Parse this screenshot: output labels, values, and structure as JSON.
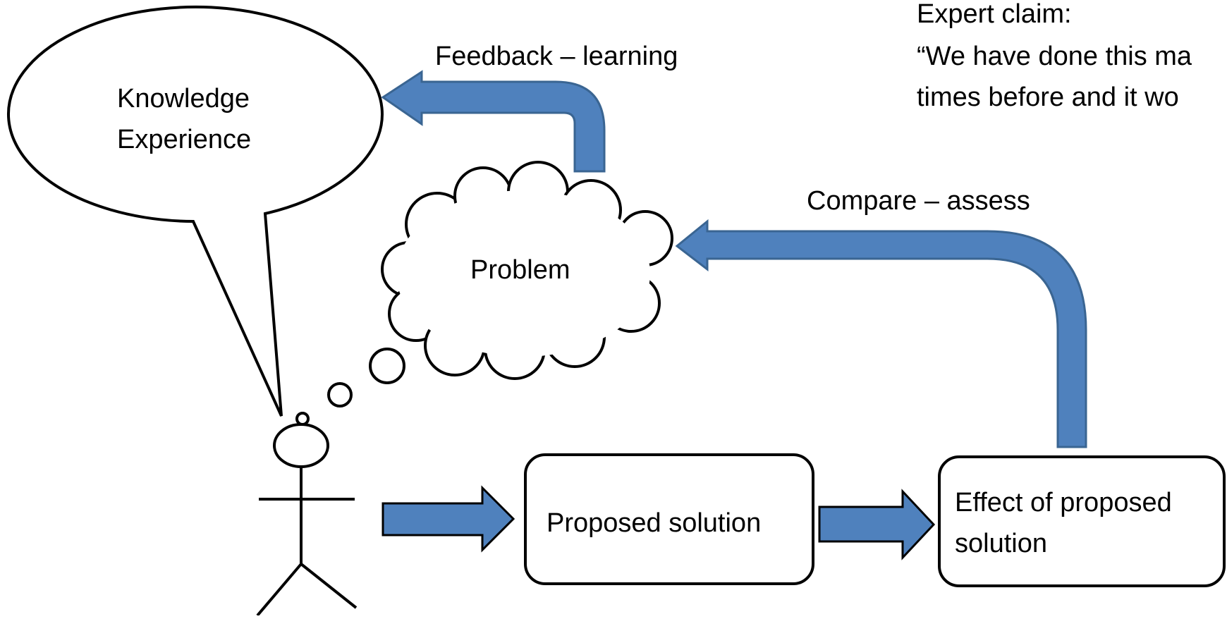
{
  "colors": {
    "arrow_fill": "#4f81bd",
    "arrow_stroke": "#3a6592",
    "line": "#000000",
    "background": "#ffffff"
  },
  "speech_bubble": {
    "lines": [
      "Knowledge",
      "Experience"
    ]
  },
  "problem_cloud": {
    "label": "Problem"
  },
  "feedback_arrow": {
    "label": "Feedback – learning"
  },
  "compare_arrow": {
    "label": "Compare – assess"
  },
  "expert_claim": {
    "lines": [
      "Expert claim:",
      "“We have done this ma",
      "times before and it wo"
    ]
  },
  "proposed_solution": {
    "label": "Proposed solution"
  },
  "effect_box": {
    "lines": [
      "Effect of proposed",
      "solution"
    ]
  },
  "icons": {
    "person": "stick-figure-icon",
    "thought_bubbles": "thought-bubble-icon"
  }
}
